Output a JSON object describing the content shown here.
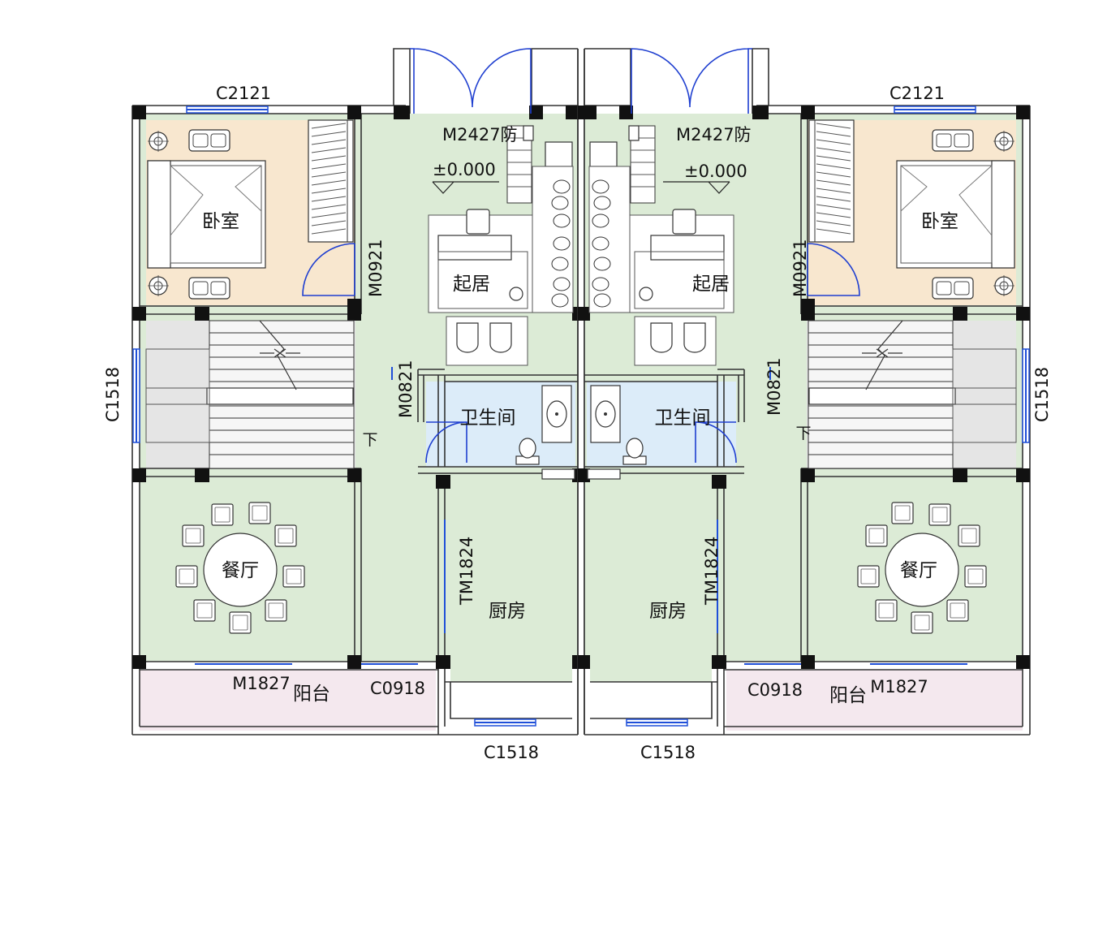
{
  "drawing": {
    "colors": {
      "living": "#dcebd6",
      "bedroom": "#f8e7cf",
      "bathroom": "#dcecf9",
      "stair": "#e5e5e5",
      "balcony": "#f4e8ee",
      "window": "#1f4fd8"
    },
    "left": {
      "bedroom_label": "卧室",
      "living_label": "起居",
      "bathroom_label": "卫生间",
      "dining_label": "餐厅",
      "kitchen_label": "厨房",
      "balcony_label": "阳台",
      "stair_down_label": "下",
      "elevation_label": "±0.000",
      "window_top": "C2121",
      "entry_door": "M2427防",
      "bedroom_door": "M0921",
      "stair_window": "C1518",
      "bath_door": "M0821",
      "kitchen_door": "TM1824",
      "balcony_door": "M1827",
      "balcony_window": "C0918",
      "kitchen_window": "C1518"
    },
    "right": {
      "bedroom_label": "卧室",
      "living_label": "起居",
      "bathroom_label": "卫生间",
      "dining_label": "餐厅",
      "kitchen_label": "厨房",
      "balcony_label": "阳台",
      "stair_down_label": "下",
      "elevation_label": "±0.000",
      "window_top": "C2121",
      "entry_door": "M2427防",
      "bedroom_door": "M0921",
      "stair_window": "C1518",
      "bath_door": "M0821",
      "kitchen_door": "TM1824",
      "balcony_door": "M1827",
      "balcony_window": "C0918",
      "kitchen_window": "C1518"
    }
  }
}
